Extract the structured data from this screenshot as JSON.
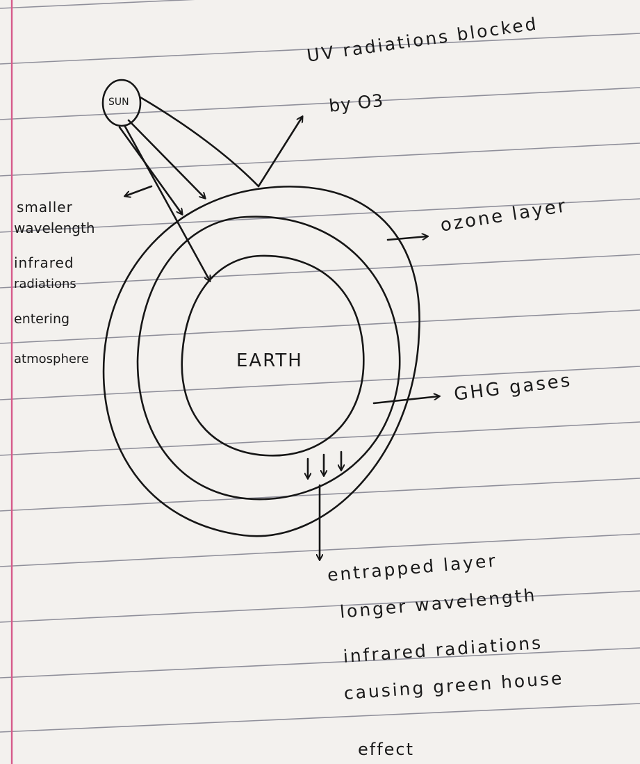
{
  "diagram": {
    "sun_label": "SUN",
    "earth_label": "EARTH",
    "uv_label": [
      "UV radiations blocked",
      "by O3"
    ],
    "ozone_label": "ozone layer",
    "ghg_label": "GHG gases",
    "left_note": [
      "smaller",
      "wavelength",
      "infrared",
      "radiations",
      "entering",
      "atmosphere"
    ],
    "bottom_note": [
      "entrapped layer",
      "longer wavelength",
      "infrared radiations",
      "causing green house",
      "effect"
    ]
  },
  "colors": {
    "paper": "#f3f1ee",
    "ruled_line": "#8f8f9a",
    "margin_line": "#d65a8a",
    "ink": "#161616"
  }
}
